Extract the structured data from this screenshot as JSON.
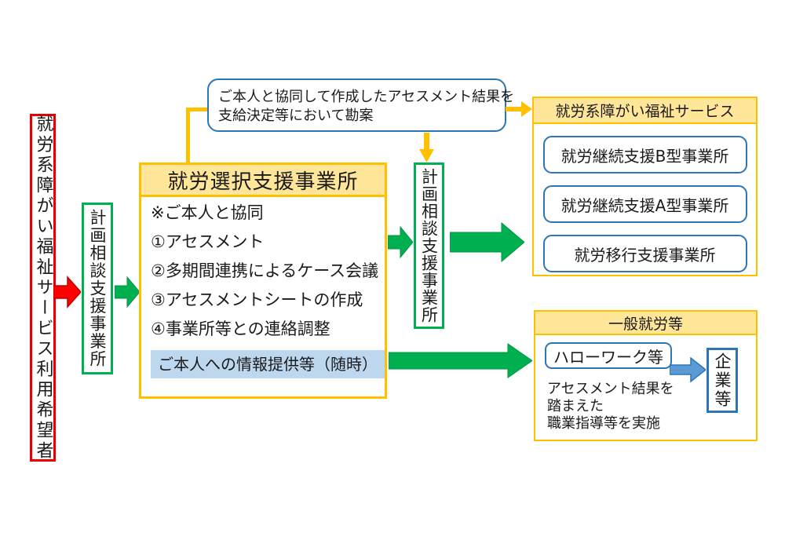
{
  "palette": {
    "yellow_accent": "#ffc000",
    "yellow_fill": "#ffe699",
    "green_accent": "#00b050",
    "red_accent": "#e60000",
    "blue_border": "#2e75b6",
    "blue_arrow_fill": "#5b9bd5",
    "highlight_fill": "#bdd7ee"
  },
  "left_flow": {
    "applicant_box": "就労系障がい福祉サービス利用希望者",
    "consult_box_1": "計画相談支援事業所"
  },
  "top_note": {
    "line1": "ご本人と協同して作成したアセスメント結果を",
    "line2": "支給決定等において勘案"
  },
  "center_box": {
    "title": "就労選択支援事業所",
    "items": [
      "※ご本人と協同",
      "①アセスメント",
      "②多期間連携によるケース会議",
      "③アセスメントシートの作成",
      "④事業所等との連絡調整"
    ],
    "highlight": "ご本人への情報提供等（随時）"
  },
  "middle_flow": {
    "consult_box_2": "計画相談支援事業所"
  },
  "services_box": {
    "title": "就労系障がい福祉サービス",
    "items": [
      "就労継続支援B型事業所",
      "就労継続支援A型事業所",
      "就労移行支援事業所"
    ]
  },
  "employment_box": {
    "title": "一般就労等",
    "hellowork": "ハローワーク等",
    "company": "企業等",
    "note_lines": [
      "アセスメント結果を",
      "踏まえた",
      "職業指導等を実施"
    ]
  }
}
